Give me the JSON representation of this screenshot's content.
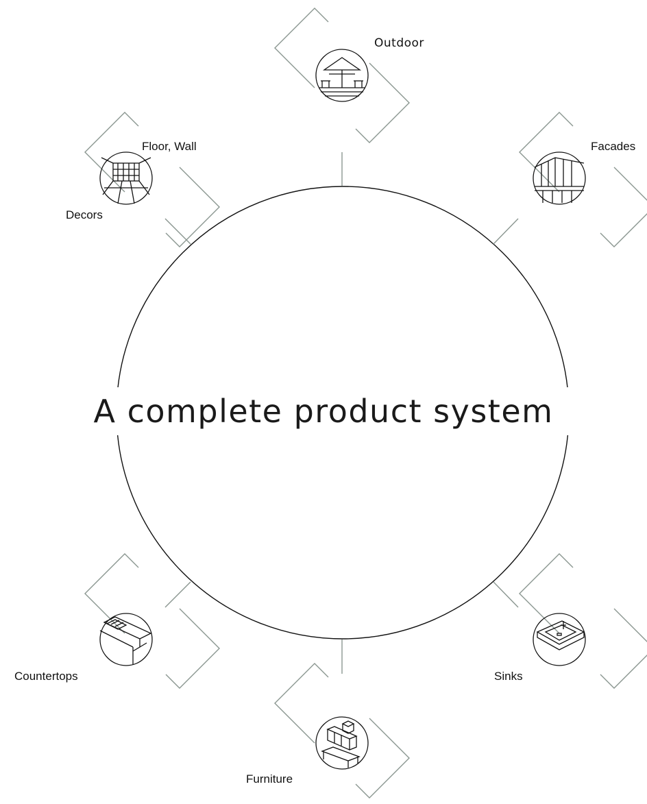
{
  "title": "A complete product system",
  "categories": {
    "outdoor": "Outdoor",
    "floor_wall": "Floor, Wall",
    "decors": "Decors",
    "facades": "Facades",
    "countertops": "Countertops",
    "sinks": "Sinks",
    "furniture": "Furniture"
  },
  "colors": {
    "bracket": "#8a9690",
    "line": "#111111",
    "background": "#ffffff"
  },
  "icons": [
    "outdoor-table-icon",
    "floor-wall-room-icon",
    "facade-building-icon",
    "countertop-icon",
    "sink-icon",
    "furniture-icon"
  ]
}
